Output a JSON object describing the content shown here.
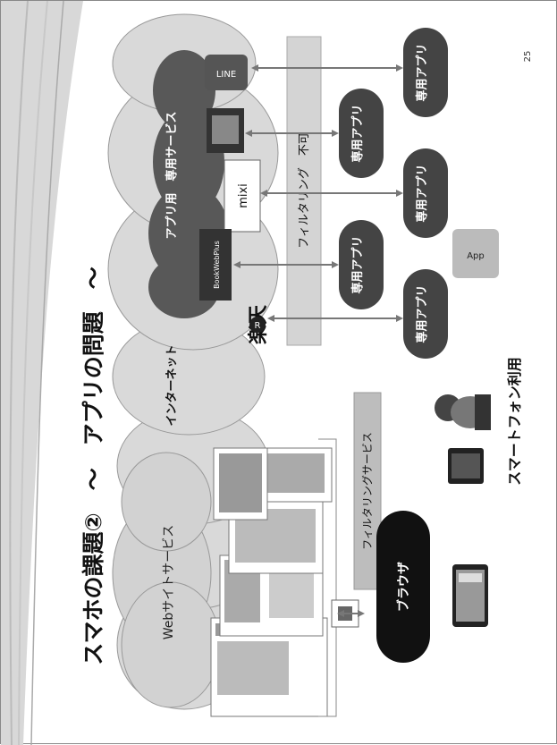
{
  "slide": {
    "page_number": "25",
    "title": "スマホの課題②　～　アプリの問題　～"
  },
  "clouds": {
    "web_label": "Webサイトサービス",
    "internet_label": "インターネット",
    "app_services_label": "アプリ用　専用サービス"
  },
  "filters": {
    "service_label": "フィルタリングサービス",
    "bar_label": "フィルタリング　不可"
  },
  "client": {
    "browser_label": "ブラウザ",
    "app_labels": [
      "専用アプリ",
      "専用アプリ",
      "専用アプリ",
      "専用アプリ",
      "専用アプリ"
    ],
    "caption": "スマートフォン利用"
  },
  "logos": {
    "rakuten": "楽天",
    "rakuten_mark": "R",
    "mixi": "mixi",
    "line": "LINE",
    "bookweb": "BookWebPlus",
    "app": "App"
  }
}
